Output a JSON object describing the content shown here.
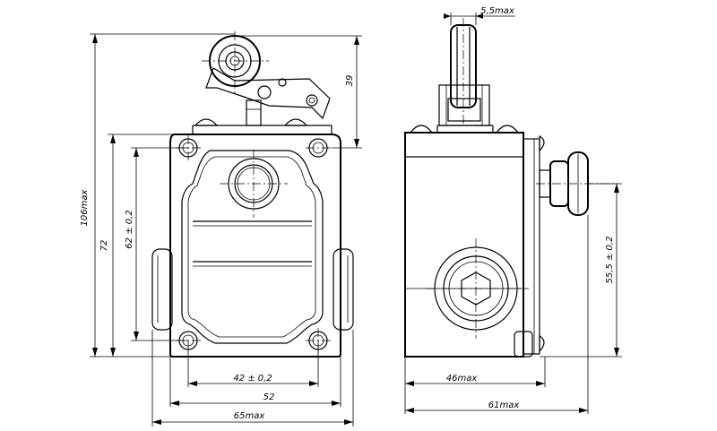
{
  "dimensions": {
    "front": {
      "height_total": "106max",
      "height_body": "72",
      "hole_spacing_v": "62 ± 0,2",
      "lever_height": "39",
      "hole_spacing_h": "42 ± 0,2",
      "body_width": "52",
      "total_width": "65max"
    },
    "side": {
      "roller_width": "5,5max",
      "roller_height": "55,5 ± 0,2",
      "depth_body": "46max",
      "depth_total": "61max"
    }
  }
}
